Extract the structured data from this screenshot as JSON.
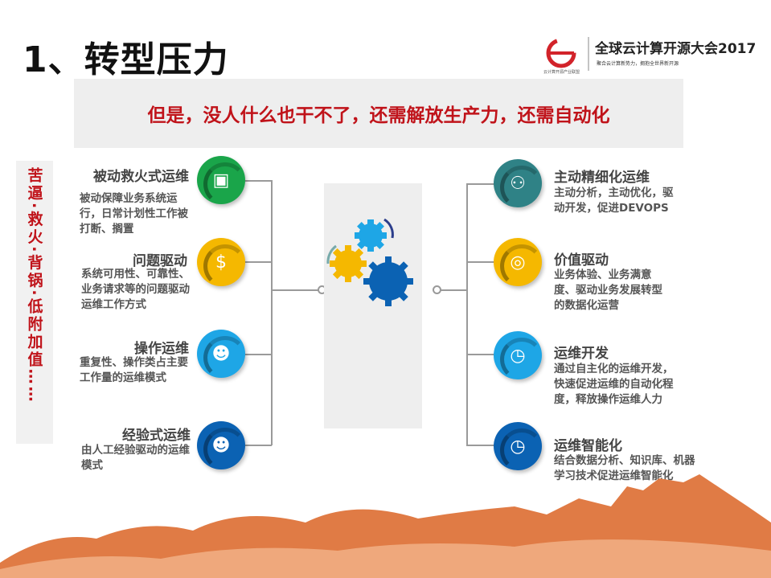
{
  "title": "1、转型压力",
  "banner": "但是，没人什么也干不了，还需解放生产力，还需自动化",
  "side_label": "苦逼·救火·背锅·低附加值……",
  "logo": {
    "org": "云计算开源产业联盟",
    "conference": "全球云计算开源大会2017",
    "slogan": "聚合云计算新势力，拥抱全世界新开源"
  },
  "left_items": [
    {
      "title": "被动救火式运维",
      "desc": "被动保障业务系统运行，日常计划性工作被打断、搁置",
      "color": "#1aa54a",
      "icon": "presenter-icon"
    },
    {
      "title": "问题驱动",
      "desc": "系统可用性、可靠性、业务请求等的问题驱动运维工作方式",
      "color": "#f5b800",
      "icon": "money-box-icon"
    },
    {
      "title": "操作运维",
      "desc": "重复性、操作类占主要工作量的运维模式",
      "color": "#1ea6e6",
      "icon": "head-gears-icon"
    },
    {
      "title": "经验式运维",
      "desc": "由人工经验驱动的运维模式",
      "color": "#0b62b3",
      "icon": "head-gears-icon"
    }
  ],
  "right_items": [
    {
      "title": "主动精细化运维",
      "desc": "主动分析，主动优化，驱动开发，促进DEVOPS",
      "color": "#2f8286",
      "icon": "people-network-icon"
    },
    {
      "title": "价值驱动",
      "desc": "业务体验、业务满意度、驱动业务发展转型的数据化运营",
      "color": "#f5b800",
      "icon": "cycle-icon"
    },
    {
      "title": "运维开发",
      "desc": "通过自主化的运维开发，快速促进运维的自动化程度，释放操作运维人力",
      "color": "#1ea6e6",
      "icon": "clock-gear-icon"
    },
    {
      "title": "运维智能化",
      "desc": "结合数据分析、知识库、机器学习技术促进运维智能化",
      "color": "#0b62b3",
      "icon": "clock-gear-icon"
    }
  ]
}
